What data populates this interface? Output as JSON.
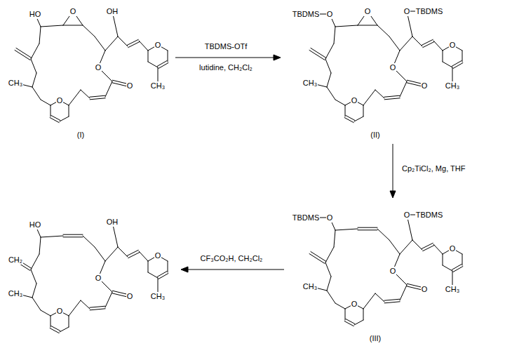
{
  "diagram": {
    "labels": [
      "HO",
      "O",
      "OH",
      "O",
      "CH₃",
      "O",
      "O",
      "O",
      "CH₃",
      "(I)",
      "TBDMS-OTf",
      "lutidine, CH₂Cl₂",
      "O",
      "TBDMS",
      "O",
      "O",
      "TBDMS",
      "O",
      "CH₃",
      "O",
      "O",
      "O",
      "CH₃",
      "(II)",
      "Cp₂TiCl₂, Mg, THF",
      "O",
      "TBDMS",
      "O",
      "TBDMS",
      "O",
      "CH₃",
      "O",
      "O",
      "O",
      "CH₃",
      "(III)",
      "CF₃CO₂H, CH₂Cl₂",
      "HO",
      "OH",
      "O",
      "CH₃",
      "O",
      "O",
      "O",
      "CH₂",
      "CH₃"
    ]
  }
}
